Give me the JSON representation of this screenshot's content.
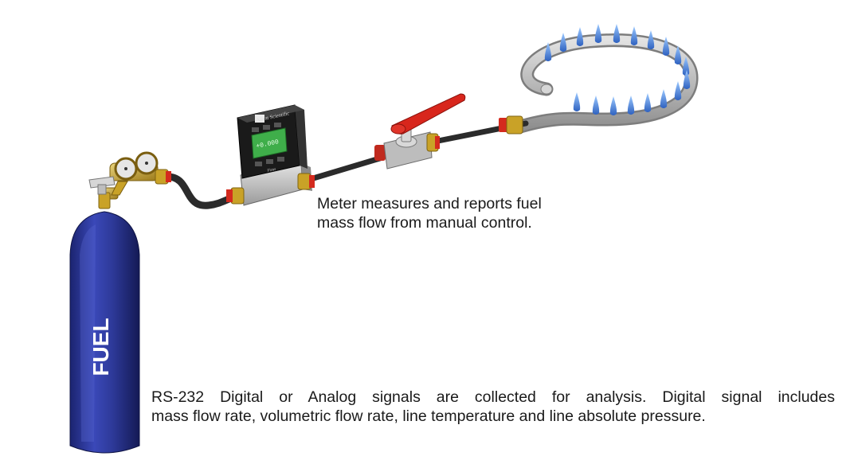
{
  "tank": {
    "label": "FUEL",
    "body_color": "#2e3a9a"
  },
  "meter": {
    "brand": "Alicat Scientific",
    "display_value": "+0.000",
    "model_label": "Flow"
  },
  "captions": {
    "meter_note": {
      "line1": "Meter measures and reports fuel",
      "line2": "mass flow from manual control."
    },
    "signals_note": {
      "line1": "RS-232 Digital or Analog signals are collected for analysis. Digital signal includes",
      "line2": "mass flow rate, volumetric flow rate, line temperature and line absolute pressure."
    }
  },
  "colors": {
    "hose": "#2b2b2b",
    "fitting_brass": "#c9a227",
    "fitting_red": "#d42a1e",
    "valve_handle": "#d8261c",
    "burner_ring": "#b8b8b8",
    "flame": "#3f7fd6",
    "meter_body": "#1a1a1a",
    "meter_screen": "#3fae4a"
  }
}
